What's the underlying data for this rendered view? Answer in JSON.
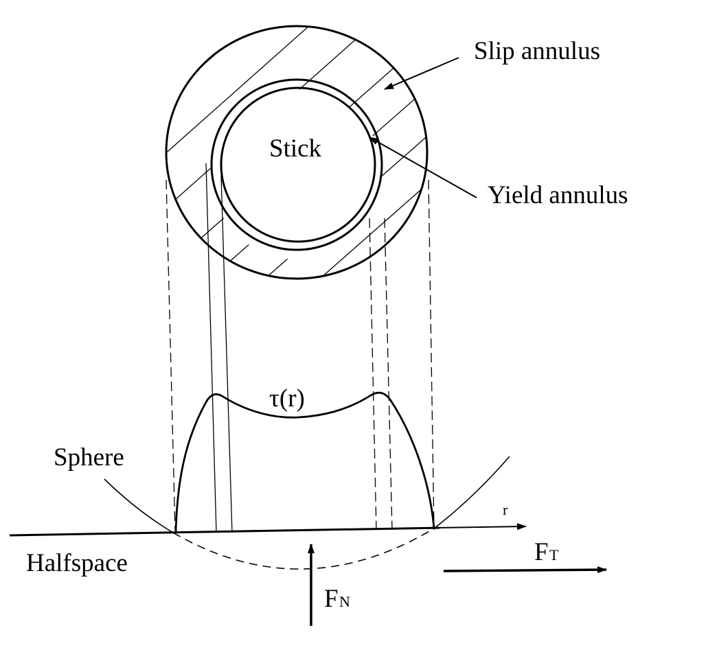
{
  "labels": {
    "slip": "Slip annulus",
    "stick": "Stick",
    "yield": "Yield annulus",
    "tau": "τ(r)",
    "sphere": "Sphere",
    "halfspace": "Halfspace",
    "r_axis": "r",
    "ft_main": "F",
    "ft_sub": "T",
    "fn_main": "F",
    "fn_sub": "N"
  },
  "colors": {
    "ink": "#000000",
    "background": "#ffffff"
  }
}
